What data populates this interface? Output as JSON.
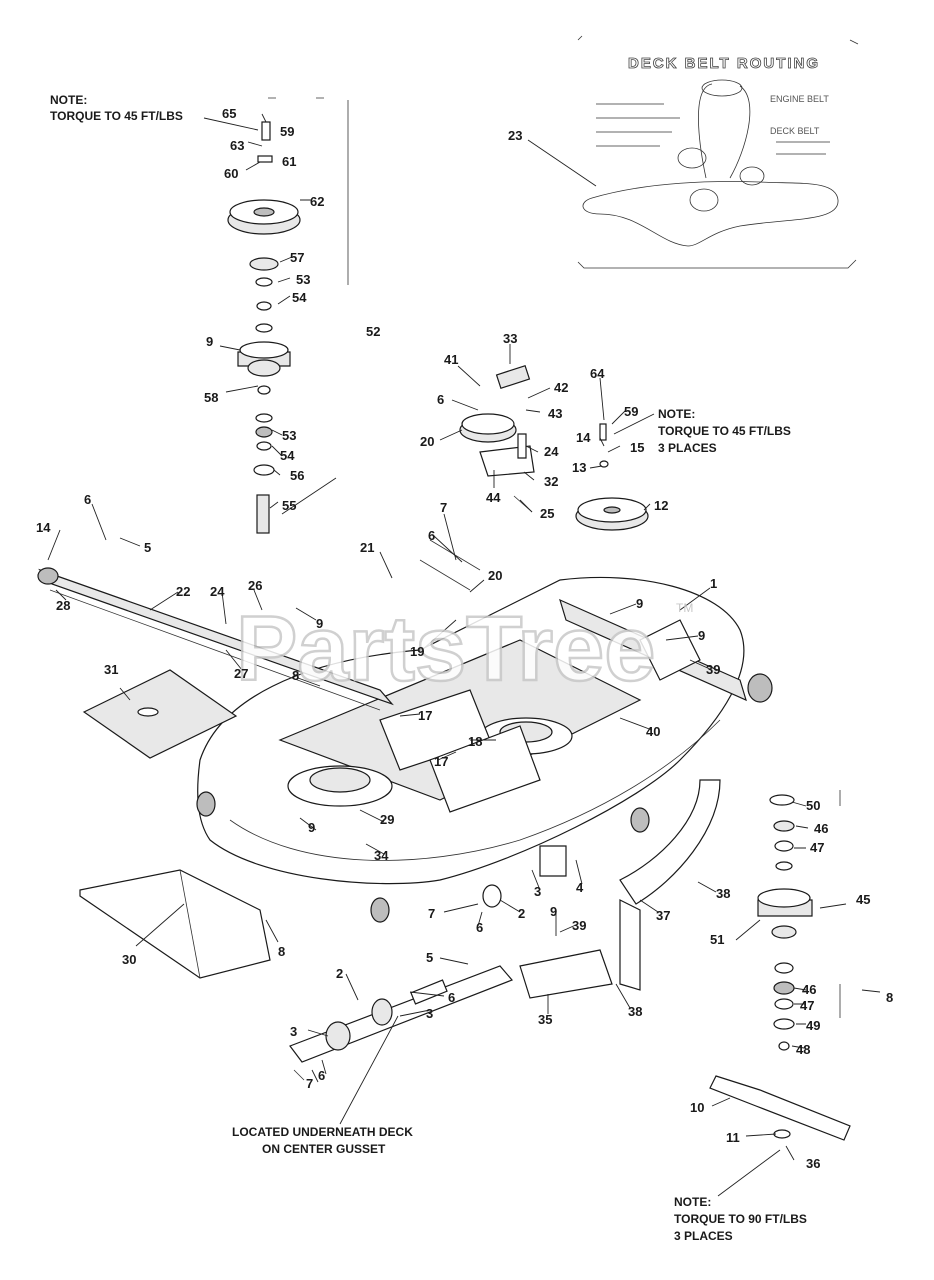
{
  "watermark": {
    "text": "PartsTree",
    "tm": "TM"
  },
  "inset": {
    "title": "DECK BELT ROUTING",
    "labels": [
      "ENGINE BELT",
      "DECK BELT"
    ]
  },
  "notes": {
    "top_left": [
      "NOTE:",
      "TORQUE TO 45 FT/LBS"
    ],
    "right": [
      "NOTE:",
      "TORQUE TO 45 FT/LBS",
      "3 PLACES"
    ],
    "bottom_right": [
      "NOTE:",
      "TORQUE TO 90 FT/LBS",
      "3 PLACES"
    ],
    "bottom_center": [
      "LOCATED UNDERNEATH DECK",
      "ON CENTER GUSSET"
    ]
  },
  "callouts": {
    "c65": "65",
    "c59a": "59",
    "c63": "63",
    "c61": "61",
    "c60": "60",
    "c62": "62",
    "c57": "57",
    "c53a": "53",
    "c54a": "54",
    "c52": "52",
    "c9a": "9",
    "c58": "58",
    "c53b": "53",
    "c54b": "54",
    "c56": "56",
    "c55": "55",
    "c23": "23",
    "c33": "33",
    "c41": "41",
    "c42": "42",
    "c6a": "6",
    "c43": "43",
    "c20a": "20",
    "c24a": "24",
    "c44": "44",
    "c32": "32",
    "c25": "25",
    "c64": "64",
    "c59b": "59",
    "c14a": "14",
    "c15": "15",
    "c13": "13",
    "c12": "12",
    "c6b": "6",
    "c14b": "14",
    "c5a": "5",
    "c28": "28",
    "c22": "22",
    "c24b": "24",
    "c26": "26",
    "c9b": "9",
    "c7a": "7",
    "c6c": "6",
    "c21": "21",
    "c20b": "20",
    "c1": "1",
    "c9c": "9",
    "c9d": "9",
    "c19": "19",
    "c39a": "39",
    "c31": "31",
    "c27": "27",
    "c8a": "8",
    "c17a": "17",
    "c18": "18",
    "c17b": "17",
    "c40": "40",
    "c29": "29",
    "c9e": "9",
    "c34": "34",
    "c50": "50",
    "c46a": "46",
    "c47a": "47",
    "c4": "4",
    "c3a": "3",
    "c38a": "38",
    "c7b": "7",
    "c6d": "6",
    "c2a": "2",
    "c9f": "9",
    "c39b": "39",
    "c37": "37",
    "c45": "45",
    "c51": "51",
    "c30": "30",
    "c8b": "8",
    "c5b": "5",
    "c2b": "2",
    "c6e": "6",
    "c3b": "3",
    "c35": "35",
    "c38b": "38",
    "c46b": "46",
    "c47b": "47",
    "c8c": "8",
    "c49": "49",
    "c3c": "3",
    "c6f": "6",
    "c7c": "7",
    "c48": "48",
    "c10": "10",
    "c11": "11",
    "c36": "36"
  }
}
